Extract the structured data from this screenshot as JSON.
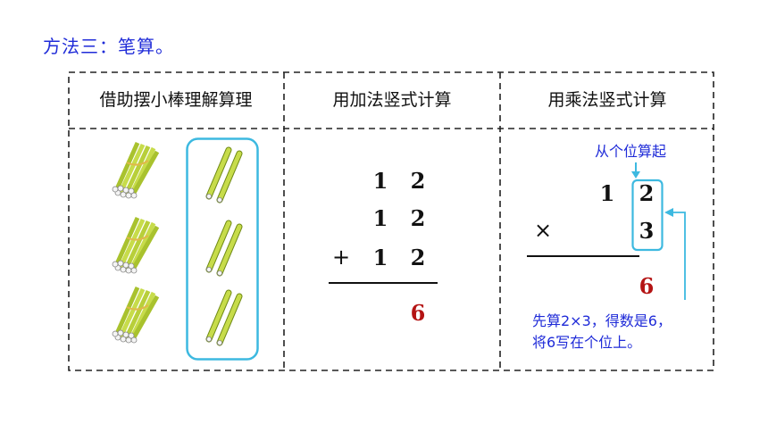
{
  "method_title": "方法三：笔算。",
  "table": {
    "headers": [
      "借助摆小棒理解算理",
      "用加法竖式计算",
      "用乘法竖式计算"
    ]
  },
  "sticks": {
    "bundles_count": 3,
    "loose_per_row": 2,
    "bundle_color": "#b8cf3a",
    "box_color": "#3db9e0"
  },
  "addition": {
    "row1": [
      "1",
      "2"
    ],
    "row2": [
      "1",
      "2"
    ],
    "row3_sign": "+",
    "row3": [
      "1",
      "2"
    ],
    "result": "6"
  },
  "multiplication": {
    "top_note": "从个位算起",
    "row1": [
      "1",
      "2"
    ],
    "sign": "×",
    "row2_digit": "3",
    "result": "6",
    "bottom_note_line1": "先算2×3，得数是6，",
    "bottom_note_line2": "将6写在个位上。"
  },
  "colors": {
    "title_blue": "#1f2bd8",
    "result_red": "#b41414",
    "highlight_box": "#3db9e0"
  }
}
